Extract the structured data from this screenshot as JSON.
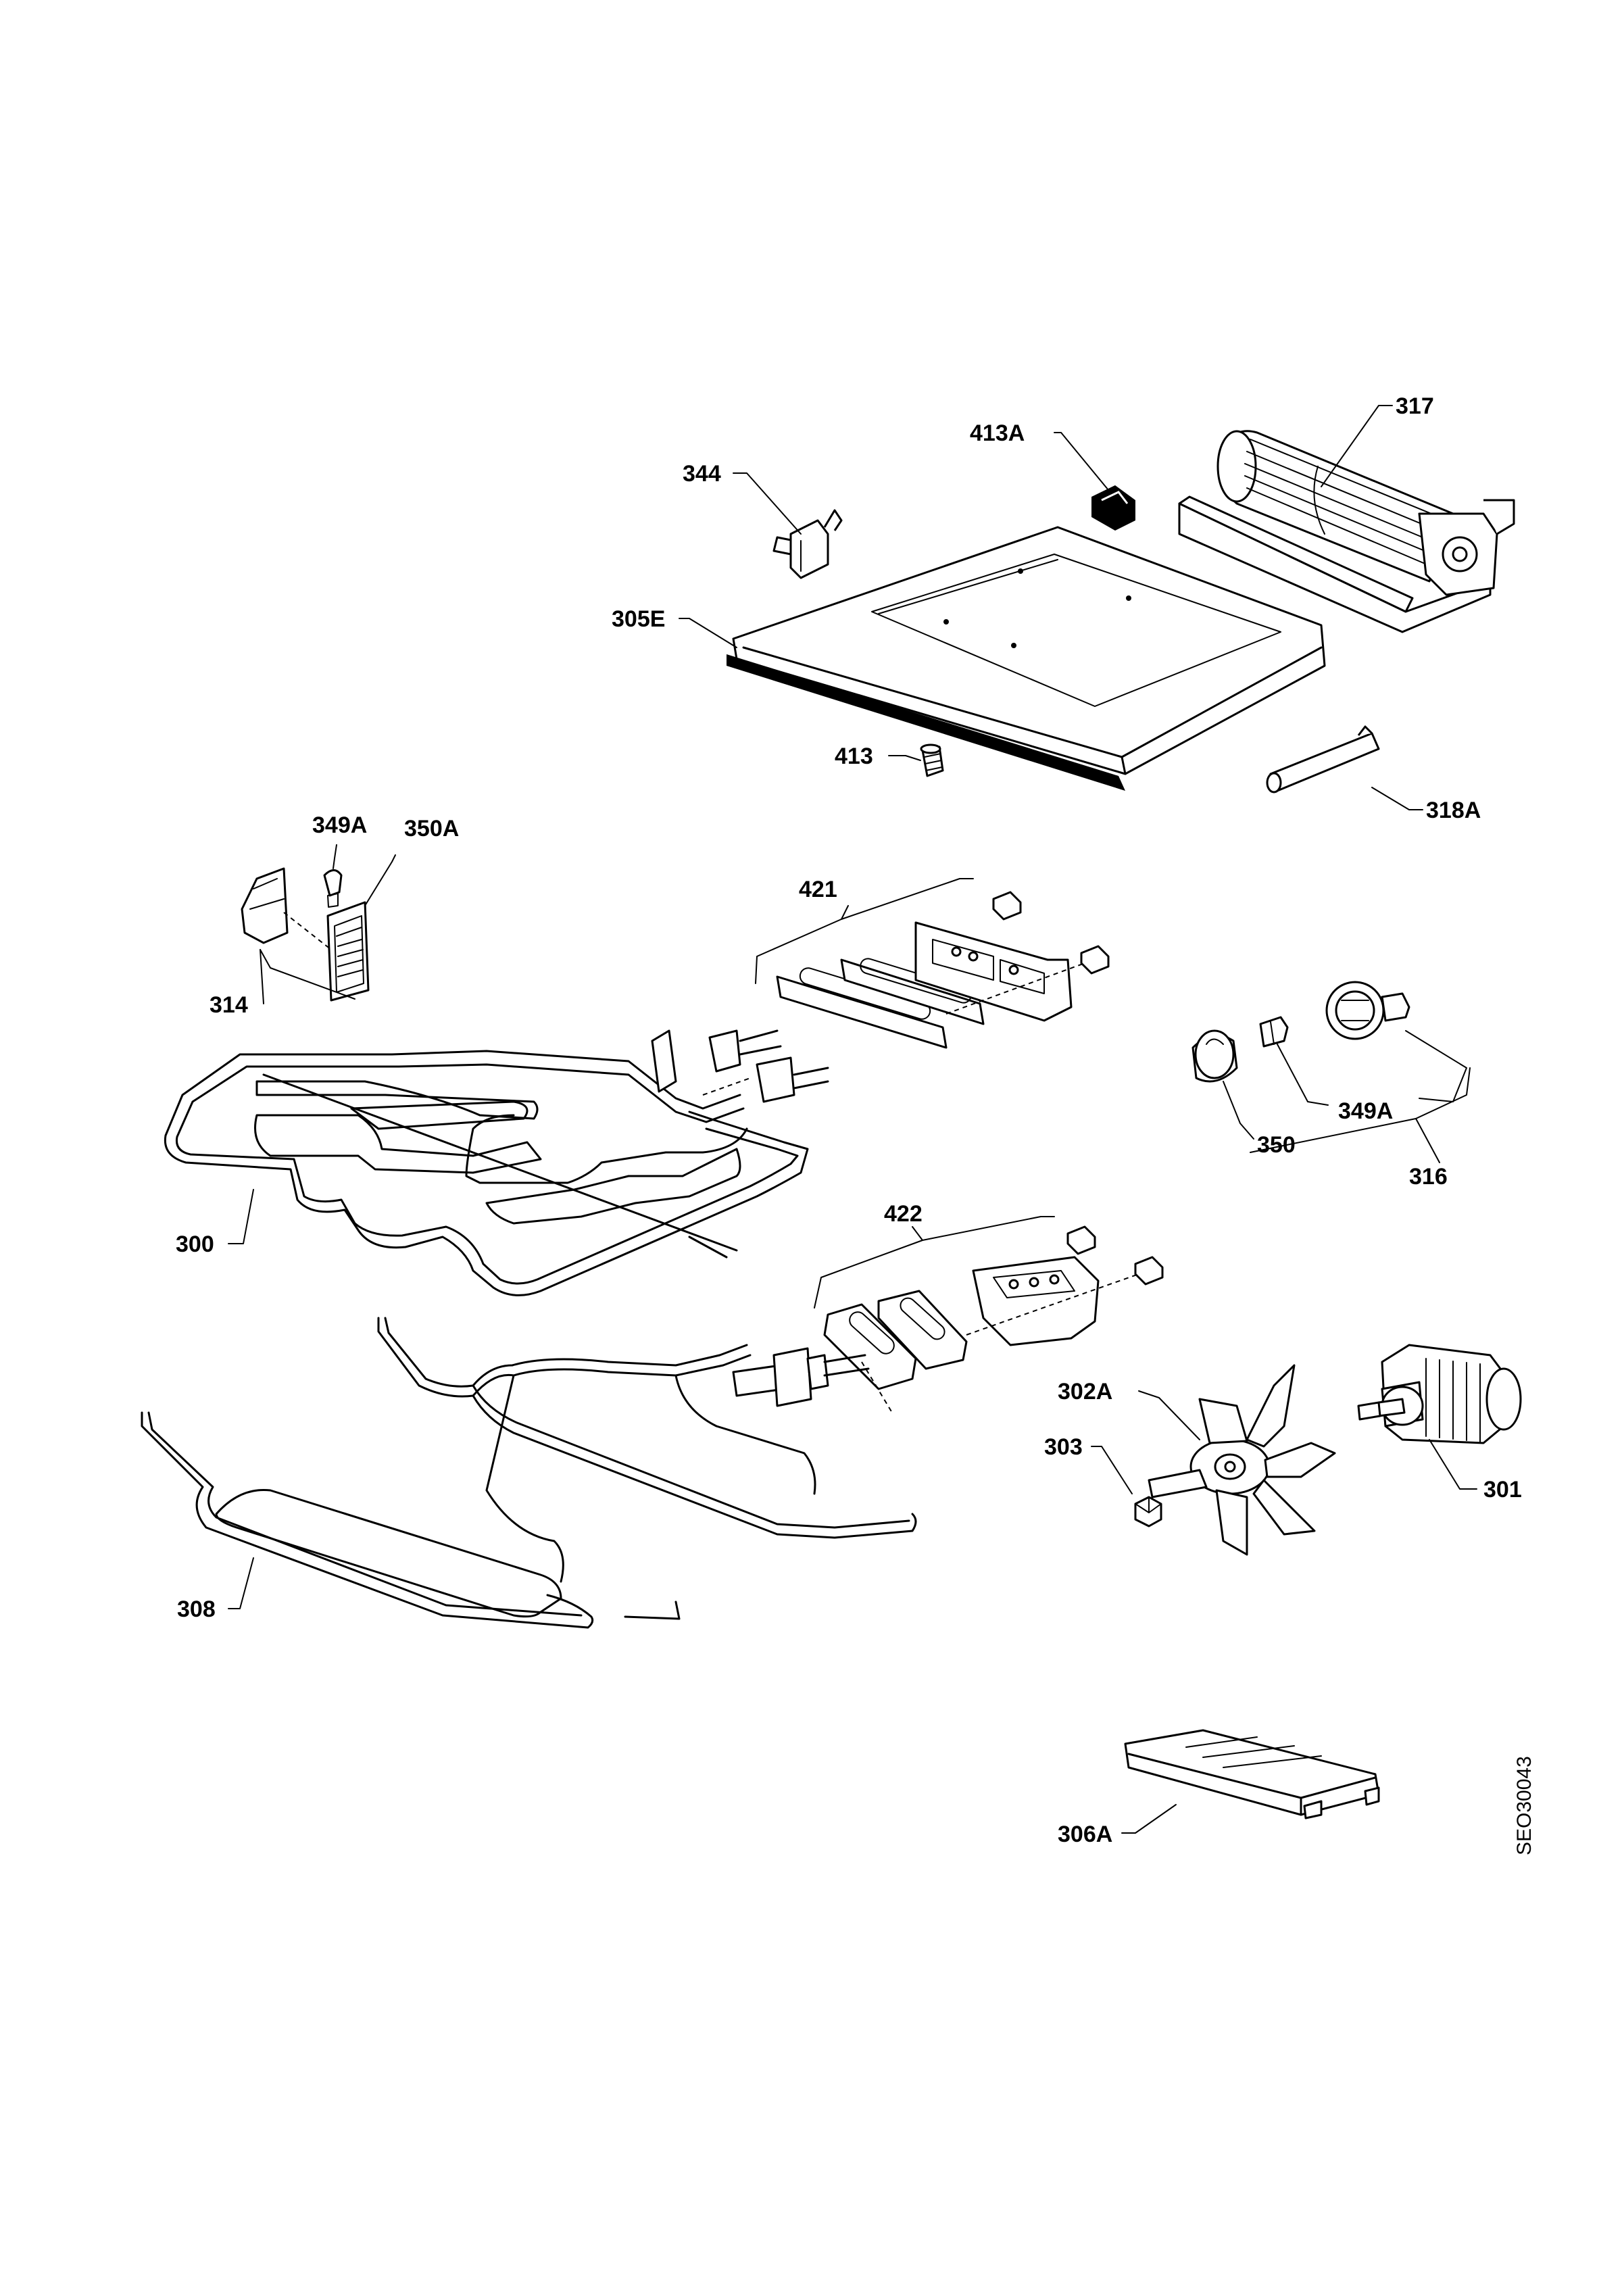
{
  "diagram": {
    "drawing_code": "SEO30043",
    "labels": {
      "p317": "317",
      "p413A": "413A",
      "p344": "344",
      "p305E": "305E",
      "p413": "413",
      "p318A": "318A",
      "p349A_top": "349A",
      "p350A": "350A",
      "p314": "314",
      "p421": "421",
      "p300": "300",
      "p350": "350",
      "p349A_lamp": "349A",
      "p316": "316",
      "p422": "422",
      "p302A": "302A",
      "p303": "303",
      "p301": "301",
      "p308": "308",
      "p306A": "306A"
    }
  }
}
